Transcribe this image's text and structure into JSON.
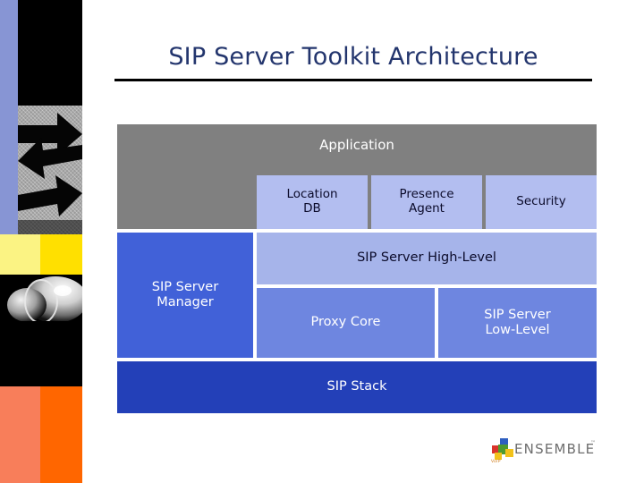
{
  "slide": {
    "title": "SIP Server Toolkit Architecture",
    "background_color": "#ffffff",
    "title_color": "#23356d"
  },
  "decoration": {
    "name": "left-edge-photo-strip",
    "bands": [
      {
        "name": "periwinkle-and-black-arrows",
        "colors": [
          "#8795d4",
          "#000000",
          "#9a9a9a"
        ]
      },
      {
        "name": "yellow-band",
        "colors": [
          "#fbf383",
          "#ffe000"
        ]
      },
      {
        "name": "chrome-sphere-photo",
        "colors": [
          "#000000",
          "#ffffff"
        ]
      },
      {
        "name": "black-band",
        "colors": [
          "#000000"
        ]
      },
      {
        "name": "orange-band",
        "colors": [
          "#f87e5a",
          "#ff6600"
        ]
      }
    ]
  },
  "diagram": {
    "name": "sip-server-toolkit-layer-stack",
    "layers": [
      {
        "id": "application",
        "label": "Application",
        "color": "#808080",
        "text_color": "#ffffff",
        "modules": [
          {
            "id": "location-db",
            "label": "Location\nDB",
            "color": "#b3bef0",
            "text_color": "#0b0b2a"
          },
          {
            "id": "presence-agent",
            "label": "Presence\nAgent",
            "color": "#b3bef0",
            "text_color": "#0b0b2a"
          },
          {
            "id": "security",
            "label": "Security",
            "color": "#b3bef0",
            "text_color": "#0b0b2a"
          }
        ]
      },
      {
        "id": "sip-server-manager",
        "label": "SIP Server\nManager",
        "color": "#4161d8",
        "text_color": "#ffffff"
      },
      {
        "id": "sip-server-high-level",
        "label": "SIP Server High-Level",
        "color": "#a6b4ea",
        "text_color": "#0b0b2a"
      },
      {
        "id": "proxy-core",
        "label": "Proxy Core",
        "color": "#6e86e0",
        "text_color": "#ffffff"
      },
      {
        "id": "sip-server-low-level",
        "label": "SIP Server\nLow-Level",
        "color": "#6e86e0",
        "text_color": "#ffffff"
      },
      {
        "id": "sip-stack",
        "label": "SIP Stack",
        "color": "#2340b8",
        "text_color": "#ffffff"
      }
    ]
  },
  "logo": {
    "name": "ensemble-logo",
    "wordmark": "ENSEMBLE",
    "trademark": "™",
    "tagline": "VoIP",
    "mark_colors": [
      "#2f5fc0",
      "#4f9a2f",
      "#d9342b",
      "#f2c21a"
    ],
    "wordmark_color": "#6e6e6e"
  }
}
